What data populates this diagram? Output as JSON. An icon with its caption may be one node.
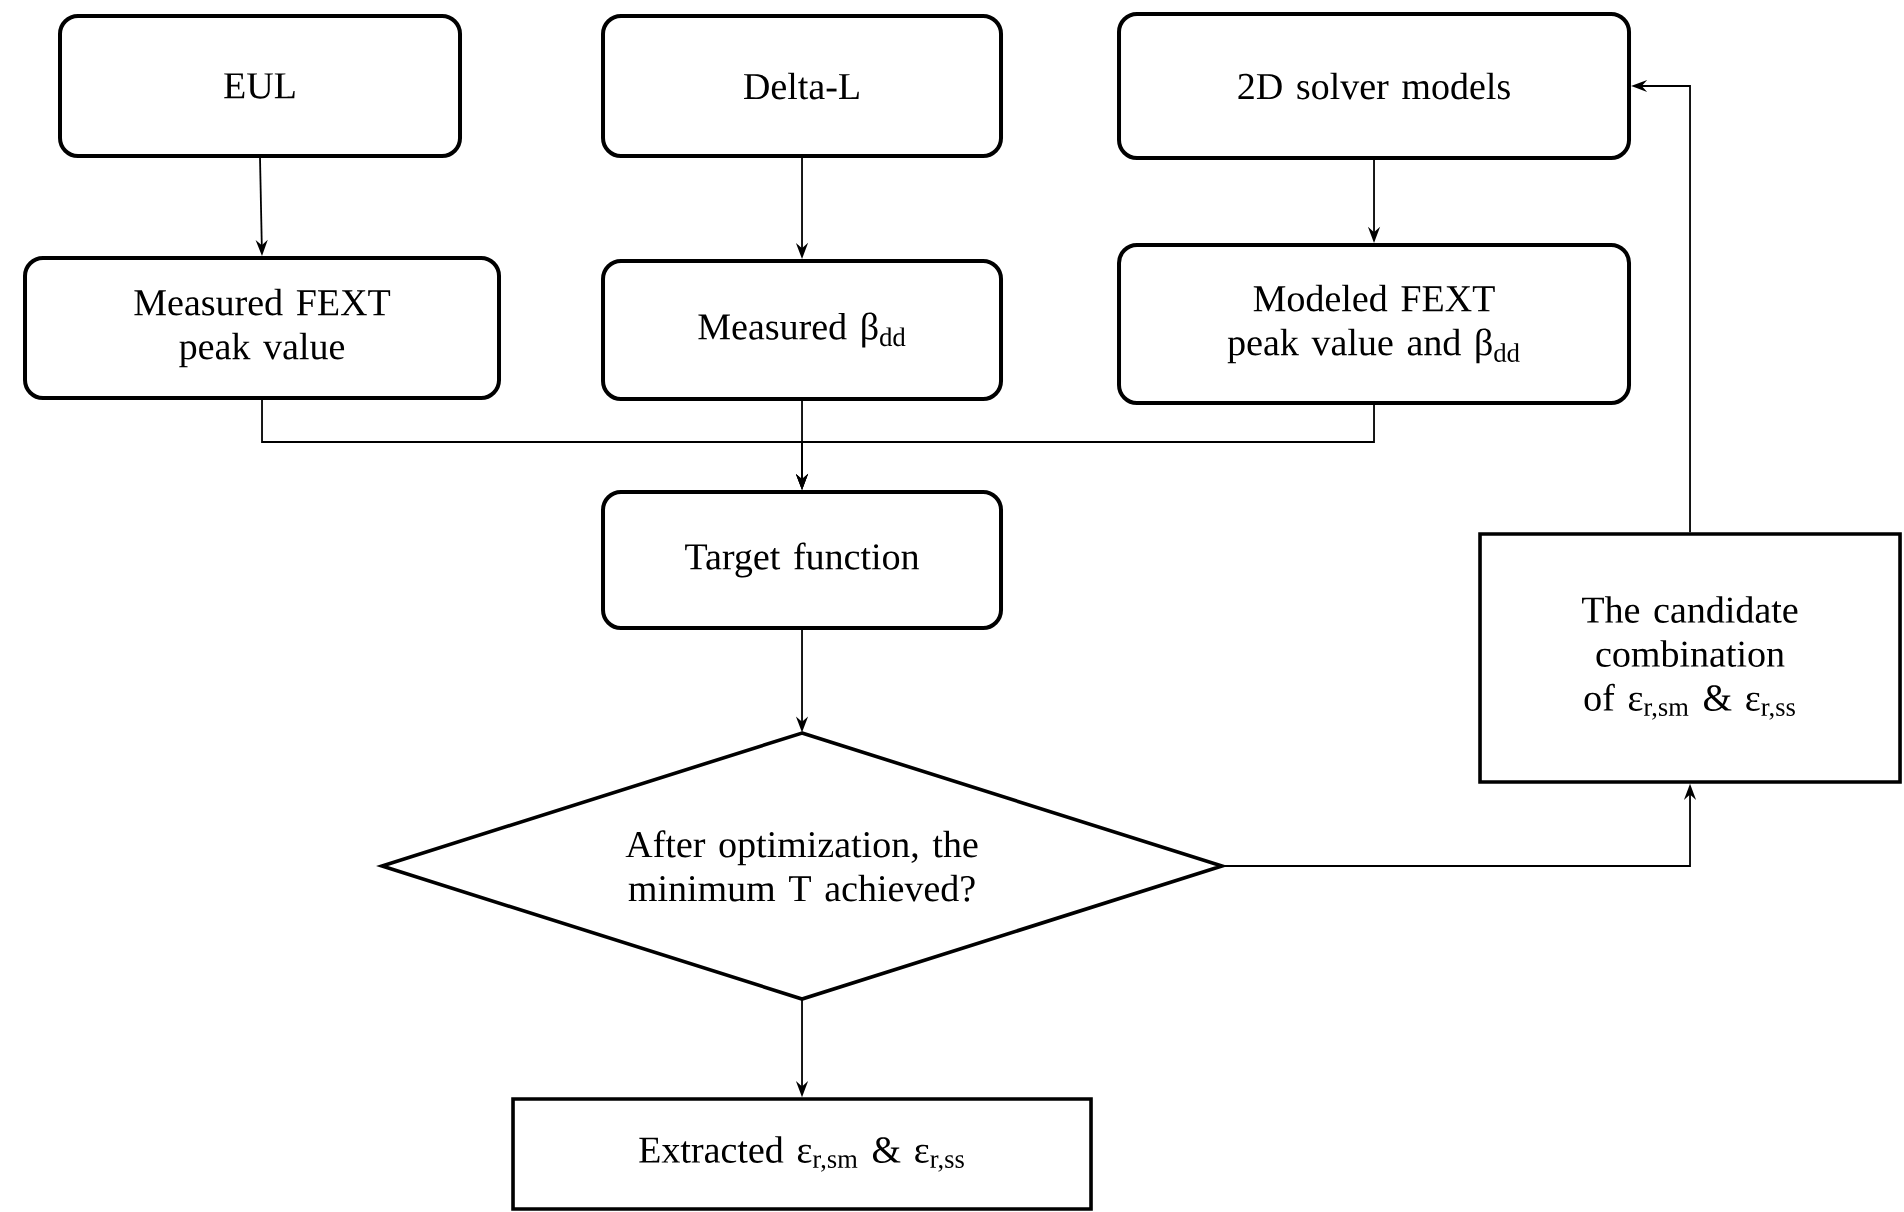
{
  "diagram": {
    "nodes": [
      {
        "text": [
          "EUL"
        ]
      },
      {
        "text": [
          "Delta-L"
        ]
      },
      {
        "text": [
          "2D solver models"
        ]
      },
      {
        "text": [
          "Measured FEXT peak value"
        ]
      },
      {
        "text": [
          "Measured β$_{dd}$"
        ]
      },
      {
        "text": [
          "Modeled FEXT peak value and β$_{dd}$"
        ]
      },
      {
        "text": [
          "Target function"
        ]
      },
      {
        "text": [
          "After optimization, the minimum T achieved?"
        ]
      },
      {
        "text": [
          "The candidate combination of ε$_{r,sm}$ & ε$_{r,ss}$"
        ]
      },
      {
        "text": [
          "Extracted ε$_{r,sm}$ & ε$_{r,ss}$"
        ]
      }
    ],
    "edges": [
      {
        "from": 0,
        "to": 3,
        "arrow": "to"
      },
      {
        "from": 1,
        "to": 4,
        "arrow": "to"
      },
      {
        "from": 2,
        "to": 5,
        "arrow": "to"
      },
      {
        "from": 3,
        "to": 6,
        "arrow": "to"
      },
      {
        "from": 4,
        "to": 6,
        "arrow": "to"
      },
      {
        "from": 5,
        "to": 6,
        "arrow": "to"
      },
      {
        "from": 6,
        "to": 7,
        "arrow": "to"
      },
      {
        "from": 7,
        "to": 8,
        "arrow": "to"
      },
      {
        "from": 8,
        "to": 2,
        "arrow": "to"
      },
      {
        "from": 7,
        "to": 9,
        "arrow": "to"
      }
    ]
  }
}
